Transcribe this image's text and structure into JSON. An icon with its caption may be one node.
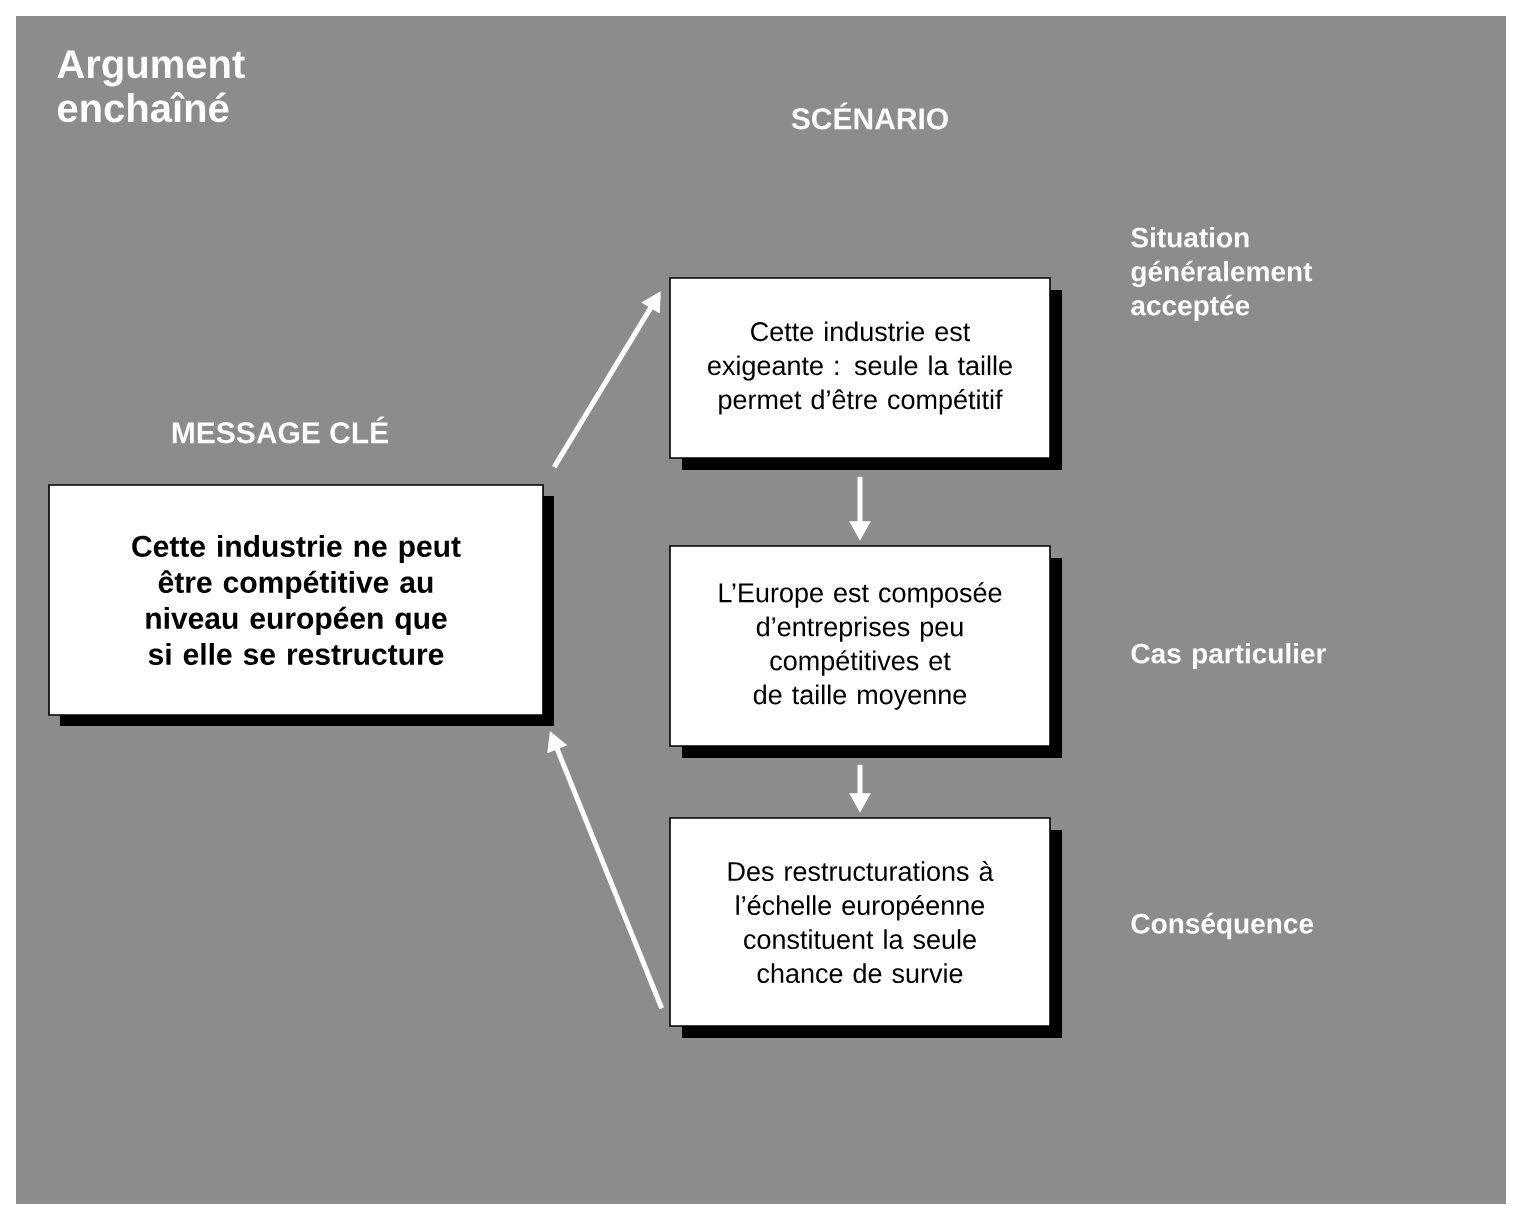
{
  "diagram": {
    "title": "Argument enchaîné",
    "nodes": [
      {
        "text": [
          "Cette industrie ne peut être compétitive au niveau européen que si elle se restructure"
        ]
      },
      {
        "text": [
          "Cette industrie est exigeante : seule la taille permet d’être compétitif"
        ],
        "beside": [
          "Situation généralement acceptée"
        ]
      },
      {
        "text": [
          "L’Europe est composée d’entreprises peu compétitives et de taille moyenne"
        ],
        "beside": [
          "Cas particulier"
        ]
      },
      {
        "text": [
          "Des restructurations à l’échelle européenne constituent la seule chance de survie"
        ],
        "beside": [
          "Conséquence"
        ]
      }
    ],
    "edges": [
      {
        "from": 0,
        "to": 1,
        "arrow": "to"
      },
      {
        "from": 1,
        "to": 2,
        "arrow": "to"
      },
      {
        "from": 2,
        "to": 3,
        "arrow": "to"
      },
      {
        "from": 3,
        "to": 0,
        "arrow": "to"
      }
    ],
    "labels": [
      "SCÉNARIO",
      "MESSAGE CLÉ"
    ]
  }
}
